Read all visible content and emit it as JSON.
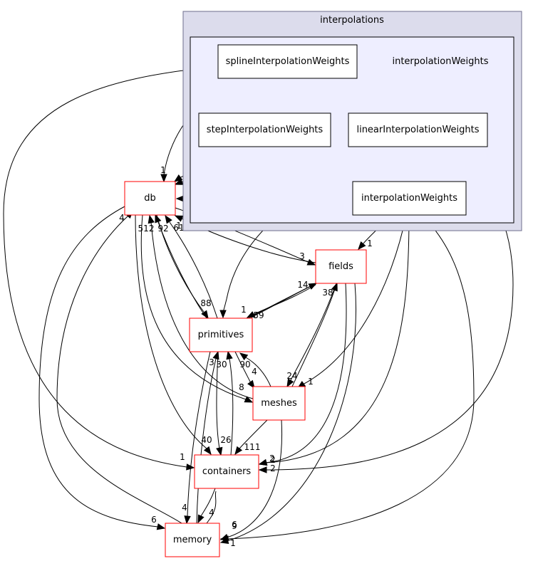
{
  "clusters": {
    "outer": {
      "label": "interpolations",
      "fill": "#dcdcec",
      "stroke": "#6e6e8c"
    },
    "inner": {
      "fill": "#eeeeff",
      "stroke": "#000000"
    }
  },
  "colors": {
    "external_border": "#ff0000",
    "internal_border": "#000000",
    "edge": "#000000"
  },
  "nodes": {
    "interpolationWeights_label": "interpolationWeights",
    "splineInterpolationWeights": "splineInterpolationWeights",
    "stepInterpolationWeights": "stepInterpolationWeights",
    "linearInterpolationWeights": "linearInterpolationWeights",
    "interpolationWeights": "interpolationWeights",
    "db": "db",
    "fields": "fields",
    "primitives": "primitives",
    "meshes": "meshes",
    "containers": "containers",
    "memory": "memory"
  },
  "edges": {
    "spline_db": "1",
    "spline_linear": "1",
    "spline_interp": "1",
    "step_db": "3",
    "linear_db": "1",
    "linear_interp": "1",
    "step_interp": "1",
    "interp_db": "5",
    "interp_fields": "1",
    "interp_meshes": "1",
    "interp_containers": "2",
    "interp_memory": "1",
    "linear_primitives": "1",
    "linear_containers": "2",
    "spline_containers": "1",
    "db_fields": "61",
    "db_primitives": "88",
    "db_meshes": "8",
    "db_containers": "40",
    "db_memory": "6",
    "fields_db": "3",
    "fields_primitives": "1",
    "fields_meshes": "24",
    "fields_containers": "2",
    "fields_memory": "9",
    "primitives_db_a": "512",
    "primitives_db_b": "92",
    "primitives_fields": "14",
    "primitives_meshes": "4",
    "primitives_containers": "26",
    "primitives_memory": "4",
    "primitives_linear": "1",
    "meshes_db": "1",
    "meshes_fields": "38",
    "meshes_primitives": "90",
    "meshes_containers": "111",
    "meshes_memory": "6",
    "containers_primitives": "30",
    "containers_memory": "4",
    "memory_db": "4",
    "memory_primitives": "3",
    "memory_containers": "1",
    "fields_primitives_b": "59"
  }
}
